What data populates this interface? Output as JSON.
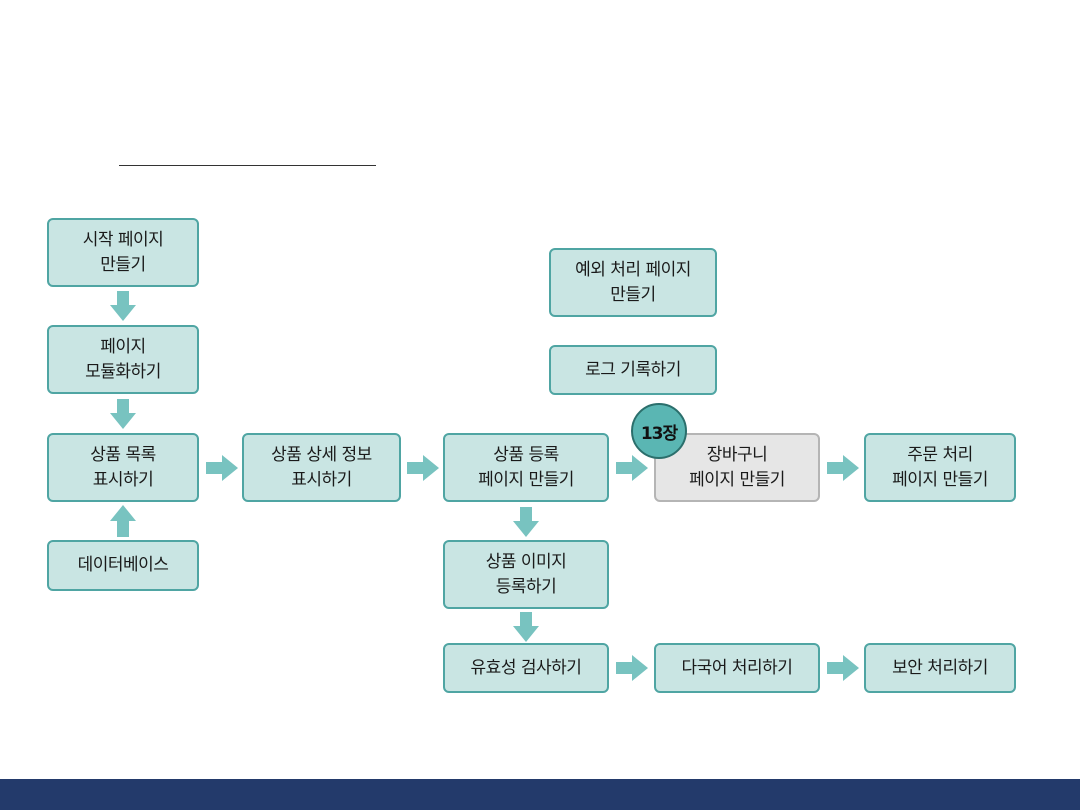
{
  "boxes": {
    "start_page": "시작 페이지\n만들기",
    "page_modularize": "페이지\n모듈화하기",
    "product_list": "상품 목록\n표시하기",
    "database": "데이터베이스",
    "product_detail": "상품 상세 정보\n표시하기",
    "product_register": "상품 등록\n페이지 만들기",
    "product_image": "상품 이미지\n등록하기",
    "validation": "유효성 검사하기",
    "multilingual": "다국어 처리하기",
    "security": "보안 처리하기",
    "exception_page": "예외 처리 페이지\n만들기",
    "logging": "로그 기록하기",
    "cart_page": "장바구니\n페이지 만들기",
    "order_page": "주문 처리\n페이지 만들기"
  },
  "badge": "13장",
  "colors": {
    "box_fill": "#c9e5e3",
    "box_border": "#4fa5a3",
    "highlight_fill": "#e6e6e6",
    "arrow": "#78c3c0",
    "badge_fill": "#5ab6b3",
    "footer": "#233a6b"
  }
}
